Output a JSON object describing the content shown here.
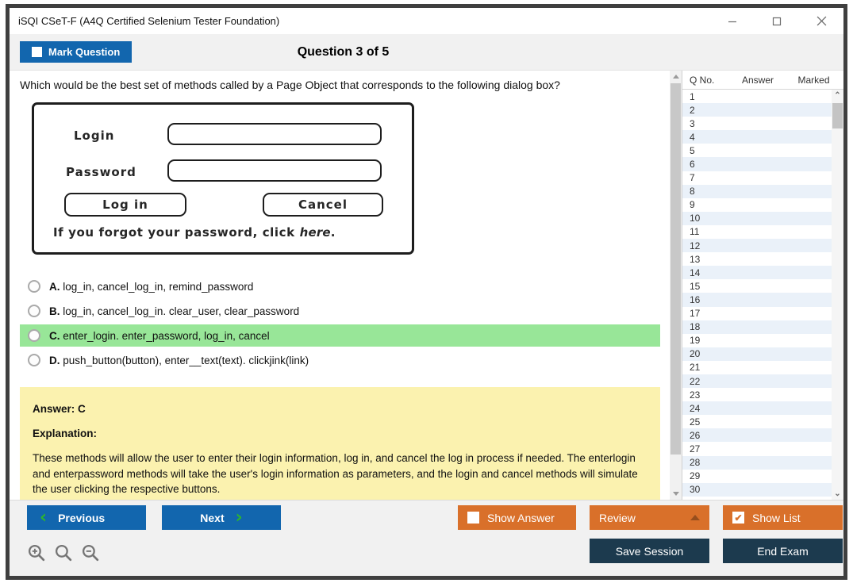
{
  "window": {
    "title": "iSQI CSeT-F (A4Q Certified Selenium Tester Foundation)"
  },
  "header": {
    "mark_question_label": "Mark Question",
    "question_counter": "Question 3 of 5"
  },
  "question": {
    "text": "Which would be the best set of methods called by a Page Object that corresponds to the following dialog box?"
  },
  "dialog_image": {
    "login_label": "Login",
    "password_label": "Password",
    "login_button": "Log in",
    "cancel_button": "Cancel",
    "forgot_prefix": "If you forgot your password, click ",
    "forgot_link": "here",
    "forgot_suffix": "."
  },
  "options": [
    {
      "letter": "A.",
      "text": "log_in, cancel_log_in, remind_password",
      "highlighted": false
    },
    {
      "letter": "B.",
      "text": "log_in, cancel_log_in. clear_user, clear_password",
      "highlighted": false
    },
    {
      "letter": "C.",
      "text": "enter_login. enter_password, log_in, cancel",
      "highlighted": true
    },
    {
      "letter": "D.",
      "text": "push_button(button), enter__text(text). clickjink(link)",
      "highlighted": false
    }
  ],
  "answer_box": {
    "answer_line": "Answer: C",
    "explanation_label": "Explanation:",
    "explanation_text": "These methods will allow the user to enter their login information, log in, and cancel the log in process if needed. The enterlogin and enterpassword methods will take the user's login information as parameters, and the login and cancel methods will simulate the user clicking the respective buttons."
  },
  "question_list": {
    "headers": [
      "Q No.",
      "Answer",
      "Marked"
    ],
    "rows": [
      1,
      2,
      3,
      4,
      5,
      6,
      7,
      8,
      9,
      10,
      11,
      12,
      13,
      14,
      15,
      16,
      17,
      18,
      19,
      20,
      21,
      22,
      23,
      24,
      25,
      26,
      27,
      28,
      29,
      30
    ]
  },
  "footer": {
    "previous": "Previous",
    "next": "Next",
    "show_answer": "Show Answer",
    "review": "Review",
    "show_list": "Show List",
    "save_session": "Save Session",
    "end_exam": "End Exam"
  },
  "colors": {
    "button_blue": "#1266AE",
    "button_orange": "#D9702A",
    "button_navy": "#1C3A4E",
    "highlight_green": "#98E698",
    "answer_yellow": "#FBF2AF",
    "list_row_alt": "#EAF1F9"
  }
}
